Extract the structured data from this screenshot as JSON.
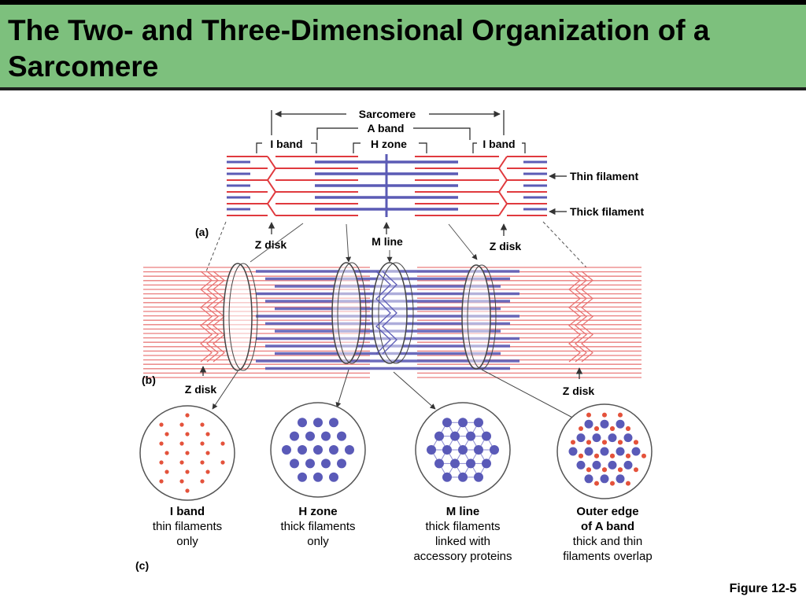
{
  "title": "The Two- and Three-Dimensional Organization of a Sarcomere",
  "figure_label": "Figure 12-5",
  "colors": {
    "thin": "#e03a3e",
    "thick": "#5b5bb5",
    "title_bg": "#7dc07d",
    "dot_red": "#e4523b",
    "dot_blue": "#5a5ab8"
  },
  "panel_a": {
    "label": "(a)",
    "sarcomere": "Sarcomere",
    "a_band": "A band",
    "h_zone": "H zone",
    "i_band_left": "I band",
    "i_band_right": "I band",
    "thin_filament": "Thin filament",
    "thick_filament": "Thick filament",
    "z_disk_left": "Z disk",
    "m_line": "M line",
    "z_disk_right": "Z disk"
  },
  "panel_b": {
    "label": "(b)",
    "z_disk_left": "Z disk",
    "z_disk_right": "Z disk"
  },
  "panel_c": {
    "label": "(c)",
    "sections": [
      {
        "title": "I band",
        "lines": [
          "thin filaments",
          "only"
        ]
      },
      {
        "title": "H zone",
        "lines": [
          "thick filaments",
          "only"
        ]
      },
      {
        "title": "M line",
        "lines": [
          "thick filaments",
          "linked with",
          "accessory proteins"
        ]
      },
      {
        "title_lines": [
          "Outer edge",
          "of A band"
        ],
        "lines": [
          "thick and thin",
          "filaments overlap"
        ]
      }
    ]
  }
}
